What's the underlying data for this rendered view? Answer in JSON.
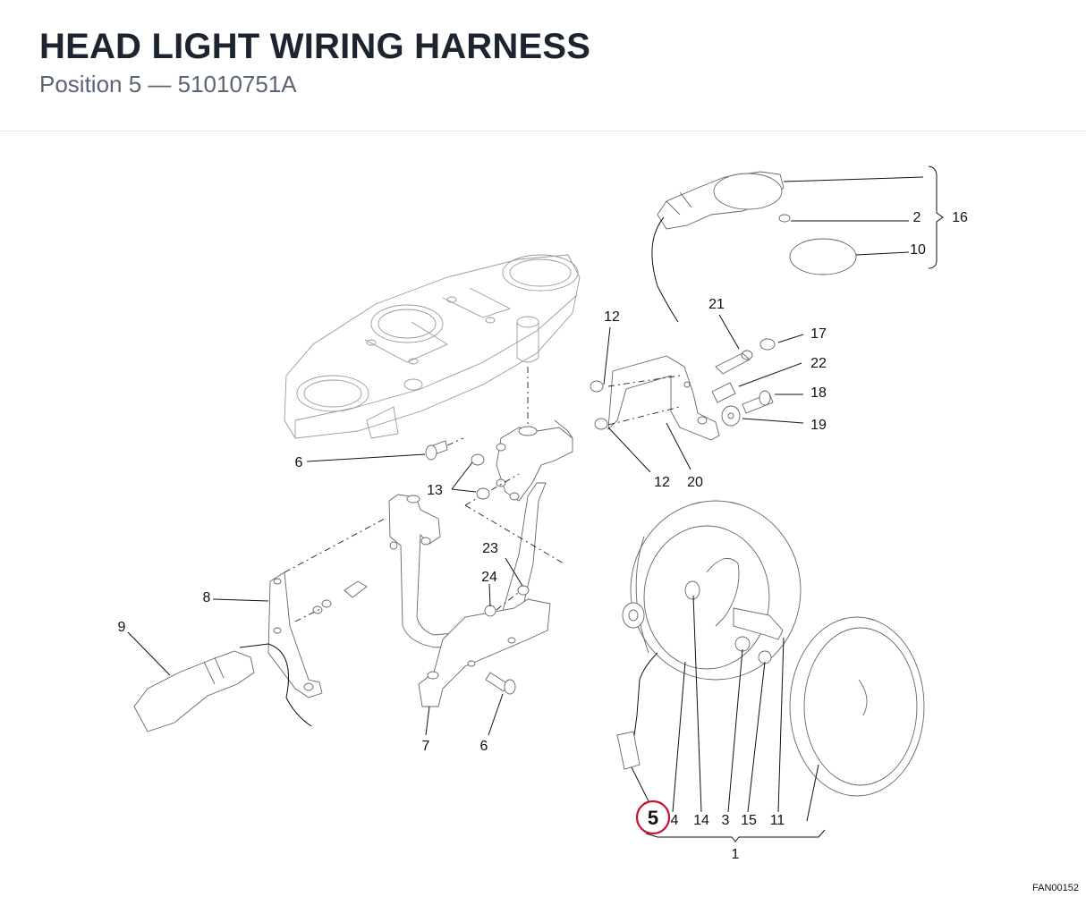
{
  "header": {
    "title": "HEAD LIGHT WIRING HARNESS",
    "subtitle": "Position 5 — 51010751A"
  },
  "diagram": {
    "reference_code": "FAN00152",
    "highlight_color": "#c8102e",
    "highlighted_callout": "5",
    "callouts": [
      {
        "id": "c1",
        "label": "1"
      },
      {
        "id": "c2",
        "label": "2"
      },
      {
        "id": "c3",
        "label": "3"
      },
      {
        "id": "c4",
        "label": "4"
      },
      {
        "id": "c5",
        "label": "5"
      },
      {
        "id": "c6a",
        "label": "6"
      },
      {
        "id": "c6b",
        "label": "6"
      },
      {
        "id": "c7",
        "label": "7"
      },
      {
        "id": "c8",
        "label": "8"
      },
      {
        "id": "c9",
        "label": "9"
      },
      {
        "id": "c10",
        "label": "10"
      },
      {
        "id": "c11",
        "label": "11"
      },
      {
        "id": "c12a",
        "label": "12"
      },
      {
        "id": "c12b",
        "label": "12"
      },
      {
        "id": "c13",
        "label": "13"
      },
      {
        "id": "c14",
        "label": "14"
      },
      {
        "id": "c15",
        "label": "15"
      },
      {
        "id": "c16",
        "label": "16"
      },
      {
        "id": "c17",
        "label": "17"
      },
      {
        "id": "c18",
        "label": "18"
      },
      {
        "id": "c19",
        "label": "19"
      },
      {
        "id": "c20",
        "label": "20"
      },
      {
        "id": "c21",
        "label": "21"
      },
      {
        "id": "c22",
        "label": "22"
      },
      {
        "id": "c23",
        "label": "23"
      },
      {
        "id": "c24",
        "label": "24"
      }
    ]
  }
}
